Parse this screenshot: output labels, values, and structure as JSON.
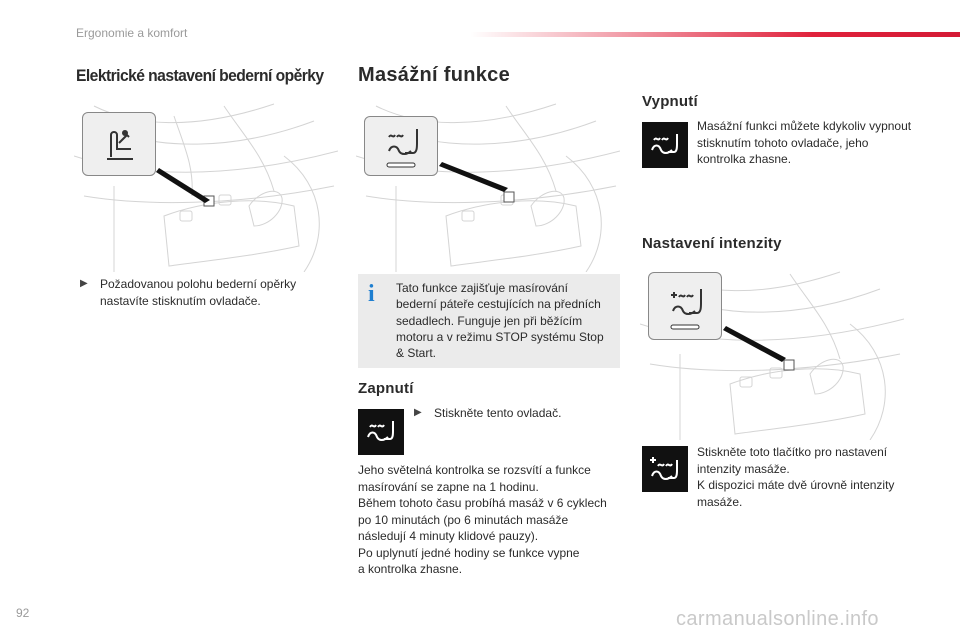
{
  "header": {
    "section": "Ergonomie a komfort"
  },
  "left": {
    "title": "Elektrické nastavení bederní opěrky",
    "bullet_text": "Požadovanou polohu bederní opěrky nastavíte stisknutím ovladače."
  },
  "middle": {
    "title": "Masážní funkce",
    "info_text": "Tato funkce zajišťuje masírování bederní páteře cestujících na předních sedadlech. Funguje jen při běžícím motoru a v režimu STOP systému Stop & Start.",
    "on_title": "Zapnutí",
    "on_bullet": "Stiskněte tento ovladač.",
    "on_text_lines": [
      "Jeho světelná kontrolka se rozsvítí a funkce",
      "masírování se zapne na 1 hodinu.",
      "Během tohoto času probíhá masáž v 6 cyklech",
      "po 10 minutách (po 6 minutách masáže",
      "následují 4 minuty klidové pauzy).",
      "Po uplynutí jedné hodiny se funkce vypne",
      "a kontrolka zhasne."
    ]
  },
  "right": {
    "off_title": "Vypnutí",
    "off_text": "Masážní funkci můžete kdykoliv vypnout stisknutím tohoto ovladače, jeho kontrolka zhasne.",
    "intensity_title": "Nastavení intenzity",
    "intensity_text_lines": [
      "Stiskněte toto tlačítko pro nastavení",
      "intenzity masáže.",
      "K dispozici máte dvě úrovně intenzity",
      "masáže."
    ]
  },
  "footer": {
    "page_number": "92",
    "watermark": "carmanualsonline.info"
  },
  "icons": {
    "bullet": "triangle-bullet-icon",
    "info": "info-icon",
    "massage": "seat-massage-icon",
    "lumbar": "lumbar-support-icon",
    "intensity": "massage-intensity-icon"
  }
}
